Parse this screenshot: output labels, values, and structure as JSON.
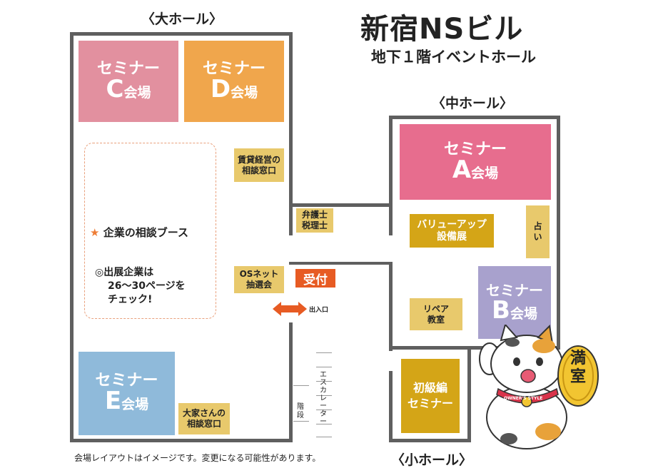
{
  "header": {
    "title": "新宿NSビル",
    "subtitle": "地下１階イベントホール"
  },
  "halls": {
    "large": "〈大ホール〉",
    "middle": "〈中ホール〉",
    "small": "〈小ホール〉"
  },
  "rooms": {
    "c": {
      "line1": "セミナー",
      "letter": "C",
      "suffix": "会場",
      "color": "#e2909f"
    },
    "d": {
      "line1": "セミナー",
      "letter": "D",
      "suffix": "会場",
      "color": "#f0a64c"
    },
    "a": {
      "line1": "セミナー",
      "letter": "A",
      "suffix": "会場",
      "color": "#e76d8e"
    },
    "b": {
      "line1": "セミナー",
      "letter": "B",
      "suffix": "会場",
      "color": "#a8a1cd"
    },
    "e": {
      "line1": "セミナー",
      "letter": "E",
      "suffix": "会場",
      "color": "#8fbada"
    },
    "beginner": {
      "line1": "初級編",
      "line2": "セミナー",
      "color": "#d4a517"
    }
  },
  "booths": {
    "rental_mgmt": [
      "賃貸経営の",
      "相談窓口"
    ],
    "lawyer_tax": [
      "弁護士",
      "税理士"
    ],
    "value_up": [
      "バリューアップ",
      "設備展"
    ],
    "fortune": [
      "占",
      "い"
    ],
    "os_net": [
      "OSネット",
      "抽選会"
    ],
    "reform": [
      "リペア",
      "教室"
    ],
    "landlord": [
      "大家さんの",
      "相談窓口"
    ]
  },
  "booth_area": {
    "title": "企業の相談ブース",
    "note_line1": "◎出展企業は",
    "note_line2": "26～30ページを",
    "note_line3": "チェック!"
  },
  "reception": "受付",
  "entrance": "出入口",
  "escalator": "エスカレーター",
  "stairs": "階段",
  "mascot": {
    "sign": "満室",
    "collar": "OWNER'S STYLE"
  },
  "footer_note": "会場レイアウトはイメージです。変更になる可能性があります。"
}
